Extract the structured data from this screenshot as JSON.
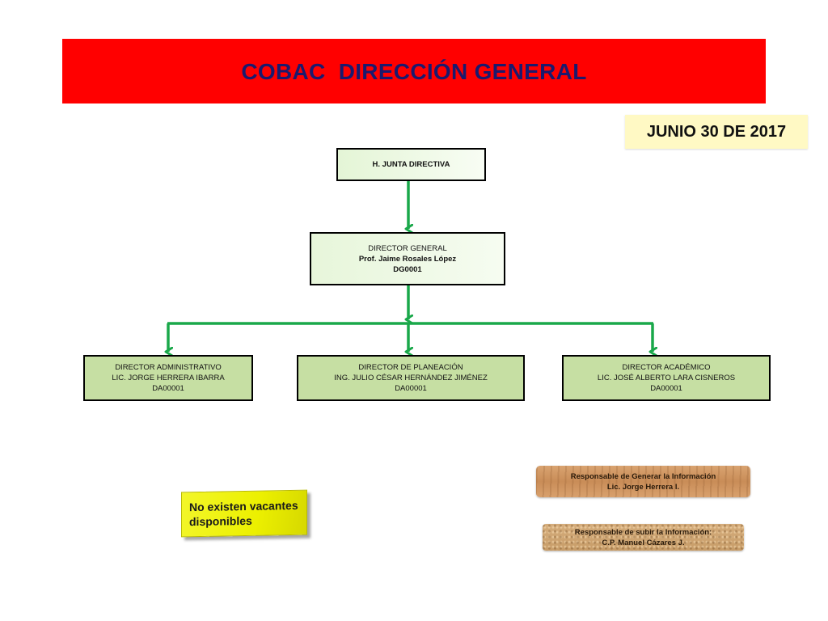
{
  "title": "COBAC  DIRECCIÓN GENERAL",
  "date": "JUNIO 30 DE 2017",
  "org_chart": {
    "junta": {
      "line1": "H. JUNTA DIRECTIVA"
    },
    "director_general": {
      "role": "DIRECTOR GENERAL",
      "name": "Prof. Jaime  Rosales  López",
      "code": "DG0001"
    },
    "directors": [
      {
        "role": "DIRECTOR ADMINISTRATIVO",
        "name": "LIC. JORGE HERRERA IBARRA",
        "code": "DA00001"
      },
      {
        "role": "DIRECTOR DE PLANEACIÓN",
        "name": "ING. JULIO CÉSAR HERNÁNDEZ JIMÉNEZ",
        "code": "DA00001"
      },
      {
        "role": "DIRECTOR  ACADÉMICO",
        "name": "LIC. JOSÉ ALBERTO LARA CISNEROS",
        "code": "DA00001"
      }
    ]
  },
  "vacancies_note": "No existen vacantes disponibles",
  "responsible_generate": {
    "label": "Responsable de Generar la Información",
    "name": "Lic. Jorge Herrera I."
  },
  "responsible_upload": {
    "label": "Responsable de subir la Información:",
    "name": "C.P. Manuel Cázares J."
  },
  "colors": {
    "banner": "#ff0000",
    "title_text": "#1a1a6e",
    "connector": "#1aa84a",
    "director_fill": "#c6dfa3"
  }
}
